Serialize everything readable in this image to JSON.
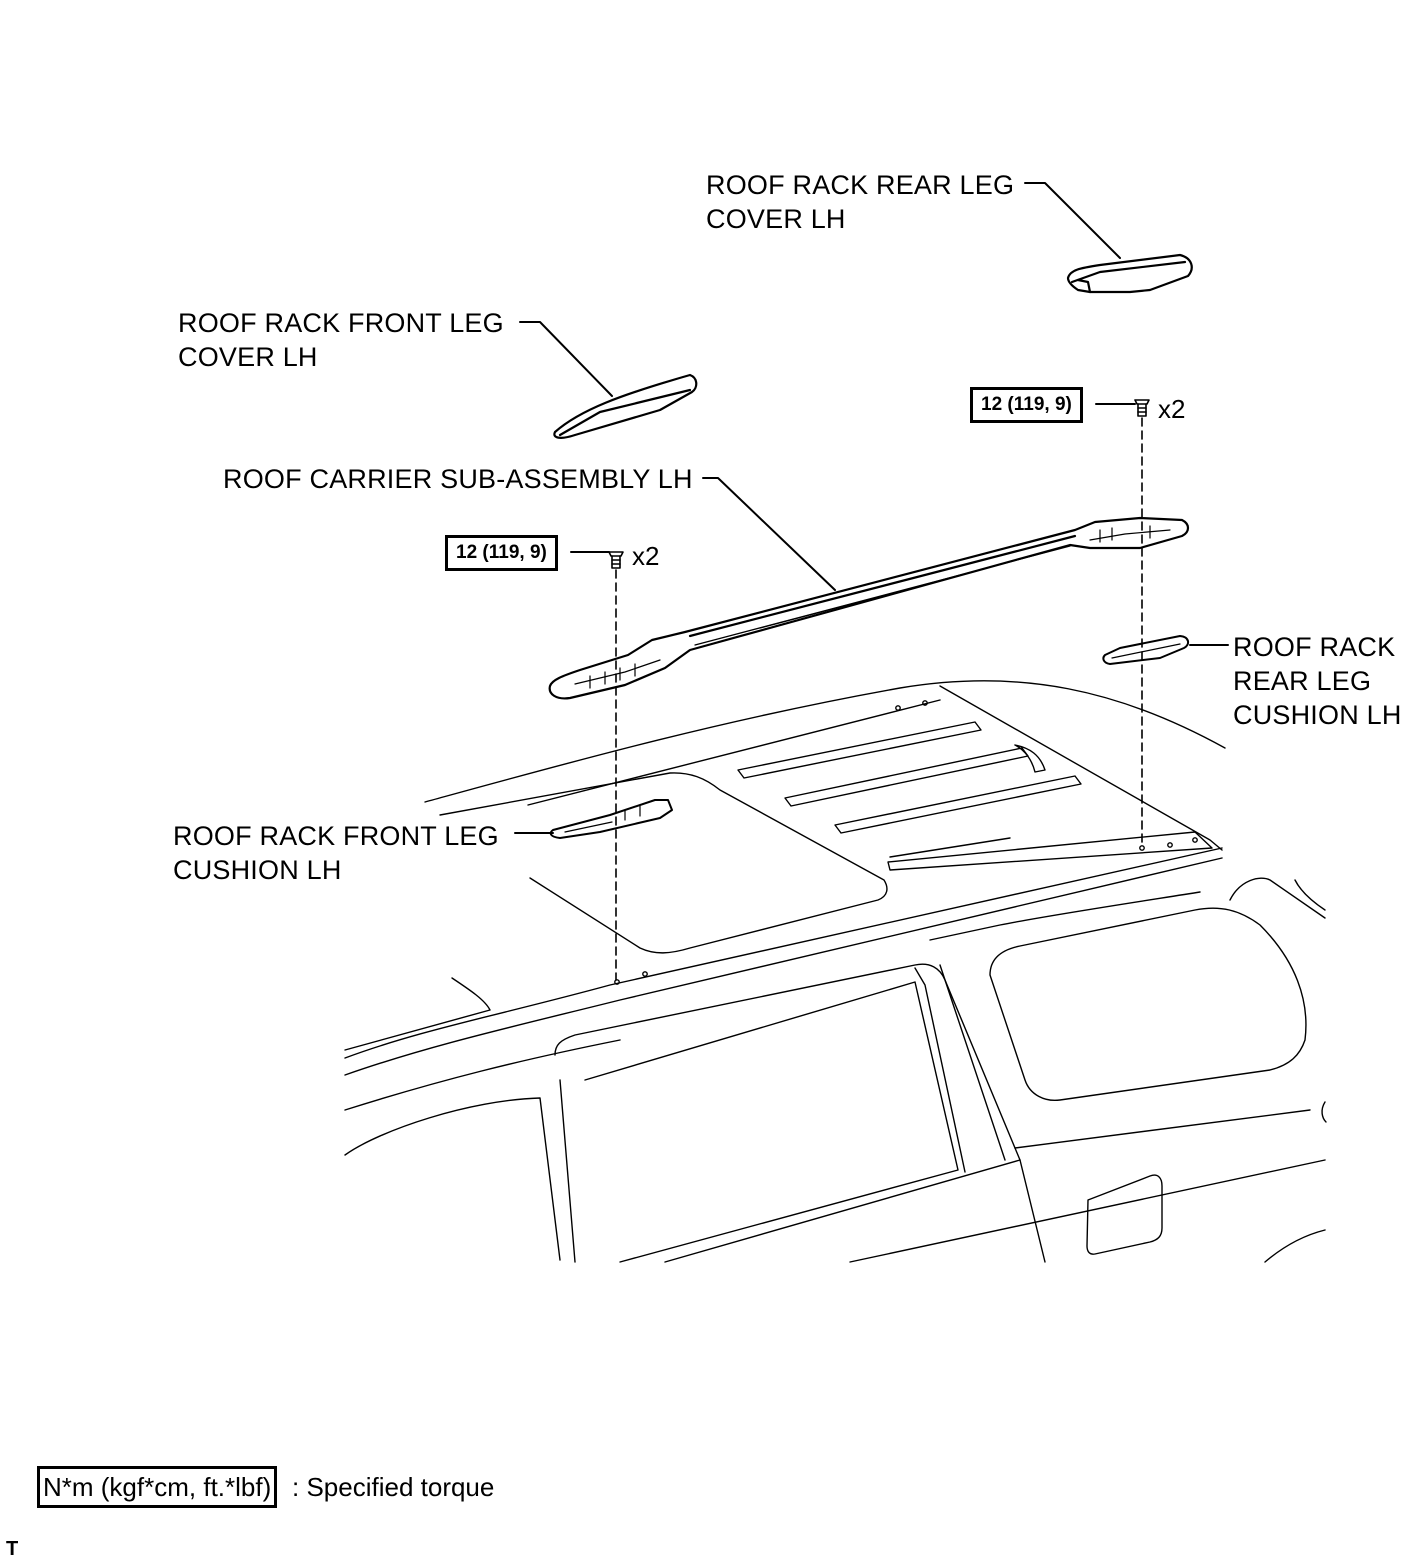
{
  "labels": {
    "rear_leg_cover": [
      "ROOF RACK REAR LEG",
      "COVER LH"
    ],
    "front_leg_cover": [
      "ROOF RACK FRONT LEG",
      "COVER LH"
    ],
    "carrier": "ROOF CARRIER SUB-ASSEMBLY LH",
    "rear_leg_cushion": [
      "ROOF RACK",
      "REAR LEG",
      "CUSHION LH"
    ],
    "front_leg_cushion": [
      "ROOF RACK FRONT LEG",
      "CUSHION LH"
    ]
  },
  "torque": {
    "rear": "12 (119, 9)",
    "front": "12 (119, 9)",
    "multiplier": "x2"
  },
  "legend": {
    "unit": "N*m (kgf*cm, ft.*lbf)",
    "description": ": Specified torque"
  },
  "corner_mark": "T",
  "colors": {
    "line": "#000000",
    "background": "#ffffff"
  }
}
